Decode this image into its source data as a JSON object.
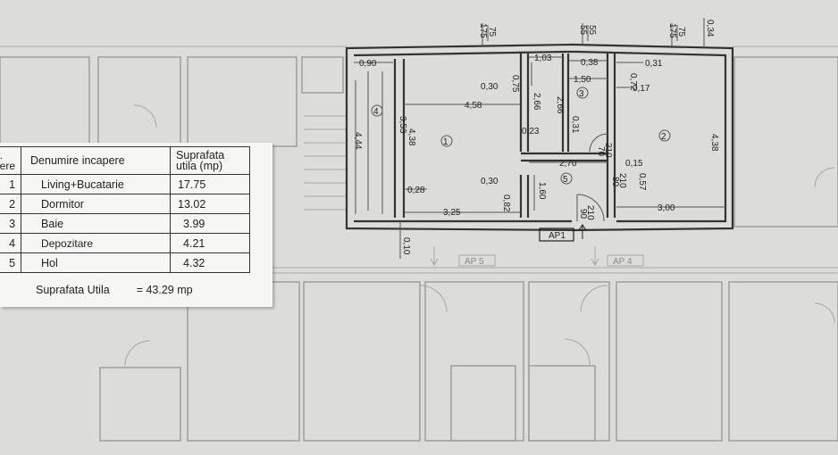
{
  "table": {
    "headers": {
      "nr": "Nr. incapere",
      "name": "Denumire incapere",
      "area": "Suprafata utila (mp)"
    },
    "nr_visible": "Ir.\npere",
    "rows": [
      {
        "nr": "1",
        "name": "Living+Bucatarie",
        "area": "17.75"
      },
      {
        "nr": "2",
        "name": "Dormitor",
        "area": "13.02"
      },
      {
        "nr": "3",
        "name": "Baie",
        "area": "3.99"
      },
      {
        "nr": "4",
        "name": "Depozitare",
        "area": "4.21"
      },
      {
        "nr": "5",
        "name": "Hol",
        "area": "4.32"
      }
    ],
    "total_label": "Suprafata Utila",
    "total_value": "= 43.29 mp"
  },
  "plan": {
    "room_markers": [
      "1",
      "2",
      "3",
      "4",
      "5"
    ],
    "apartment_labels": {
      "ap1": "AP1",
      "ap5": "AP 5",
      "ap4": "AP 4"
    },
    "dimensions": {
      "d090": "0,90",
      "d103": "1,03",
      "d038": "0,38",
      "d031": "0,31",
      "d150": "1,50",
      "d017": "0,17",
      "d075": "0,75",
      "d030a": "0,30",
      "d458": "4,58",
      "d266a": "2,66",
      "d266b": "2,66",
      "d353": "3,53",
      "d438a": "4,38",
      "d444": "4,44",
      "d438b": "4,38",
      "d023": "0,23",
      "d031b": "0,31",
      "d072": "0,72",
      "d270": "2,70",
      "d015": "0,15",
      "d057": "0,57",
      "d028": "0,28",
      "d030b": "0,30",
      "d160": "1,60",
      "d082": "0,82",
      "d325": "3,25",
      "d300": "3,00",
      "d010": "0,10",
      "d034": "0,34",
      "top175a": "175",
      "top75a": "75",
      "top55": "55",
      "top55b": "55",
      "top175b": "175",
      "top75b": "75",
      "door70": "70",
      "door210a": "210",
      "door80": "80",
      "door210b": "210",
      "door90": "90",
      "door210c": "210"
    }
  }
}
